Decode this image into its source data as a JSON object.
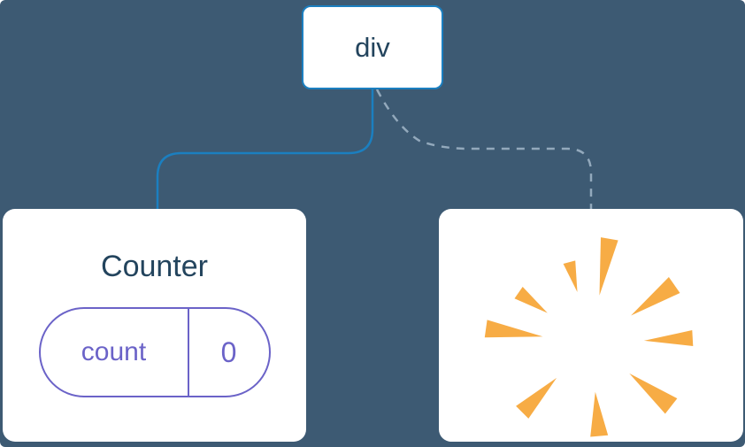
{
  "diagram": {
    "root": {
      "label": "div"
    },
    "children": [
      {
        "type": "component",
        "title": "Counter",
        "state": {
          "key": "count",
          "value": "0"
        },
        "connector": "solid"
      },
      {
        "type": "removed",
        "icon": "poof-burst-icon",
        "connector": "dashed"
      }
    ]
  },
  "colors": {
    "background": "#3D5A73",
    "card_background": "#FFFFFF",
    "solid_line": "#1B7FC0",
    "dashed_line": "#93A9BC",
    "node_text": "#23445D",
    "state_purple": "#6B63C8",
    "burst_orange": "#F7AC45"
  }
}
